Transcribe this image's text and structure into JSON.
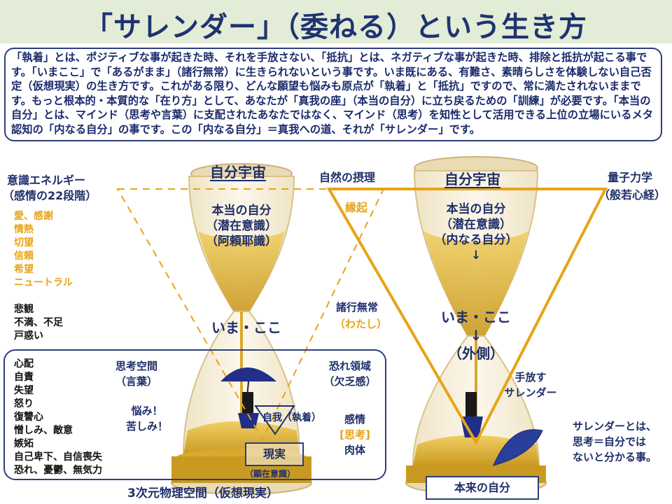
{
  "title": "「サレンダー」（委ねる）という生き方",
  "intro": "「執着」とは、ポジティブな事が起きた時、それを手放さない、「抵抗」とは、ネガティブな事が起きた時、排除と抵抗が起こる事です。「いまここ」で「あるがまま」（諸行無常）に生きられないという事です。いま既にある、有難さ、素晴らしさを体験しない自己否定（仮想現実）の生き方です。これがある限り、どんな願望も悩みも原点が「執着」と「抵抗」ですので、常に満たされないままです。もっと根本的・本質的な「在り方」として、あなたが「真我の座」（本当の自分）に立ち戻るための「訓練」が必要です。「本当の自分」とは、マインド（思考や言葉）に支配されたあなたではなく、マインド（思考）を知性として活用できる上位の立場にいるメタ認知の「内なる自分」の事です。この「内なる自分」＝真我への道、それが「サレンダー」です。",
  "left": {
    "energy_title": "意識エネルギー",
    "energy_sub": "（感情の22段階）",
    "positive_emotions": [
      "愛、感謝",
      "情熱",
      "切望",
      "信頼",
      "希望",
      "ニュートラル"
    ],
    "mid_emotions": [
      "悲観",
      "不満、不足",
      "戸惑い"
    ],
    "negative_emotions": [
      "心配",
      "自責",
      "失望",
      "怒り",
      "復讐心",
      "憎しみ、敵意",
      "嫉妬",
      "自己卑下、自信喪失",
      "恐れ、憂鬱、無気力"
    ],
    "universe": "自分宇宙",
    "true_self": [
      "本当の自分",
      "（潜在意識）",
      "（阿頼耶識）"
    ],
    "here_now": "いま・ここ",
    "thought_space": [
      "思考空間",
      "（言葉）"
    ],
    "suffering": [
      "悩み！",
      "苦しみ！"
    ],
    "ego": "自我（執着）",
    "reality": "現実",
    "conscious": "（顕在意識）",
    "fear_domain": [
      "恐れ領域",
      "（欠乏感）"
    ],
    "emotion": "感情",
    "thought": "[思考]",
    "body": "肉体",
    "physical_space": "3次元物理空間（仮想現実）"
  },
  "middle": {
    "nature_law": "自然の摂理",
    "en": "縁起",
    "impermanence": "諸行無常",
    "watashi": "（わたし）"
  },
  "right": {
    "universe": "自分宇宙",
    "true_self": [
      "本当の自分",
      "（潜在意識）",
      "（内なる自分）",
      "↓"
    ],
    "here_now": [
      "いま・ここ",
      "↓",
      "（外側）"
    ],
    "quantum": "量子力学",
    "prajna": "（般若心経）",
    "let_go": [
      "手放す",
      "サレンダー"
    ],
    "surrender_def": [
      "サレンダーとは、",
      "思考＝自分では",
      "ないと分かる事。"
    ],
    "original_self": "本来の自分"
  },
  "colors": {
    "navy": "#1f2f6a",
    "orange": "#e8a317",
    "title_band": "#e3ecd6",
    "sand": "#e0b53a"
  }
}
